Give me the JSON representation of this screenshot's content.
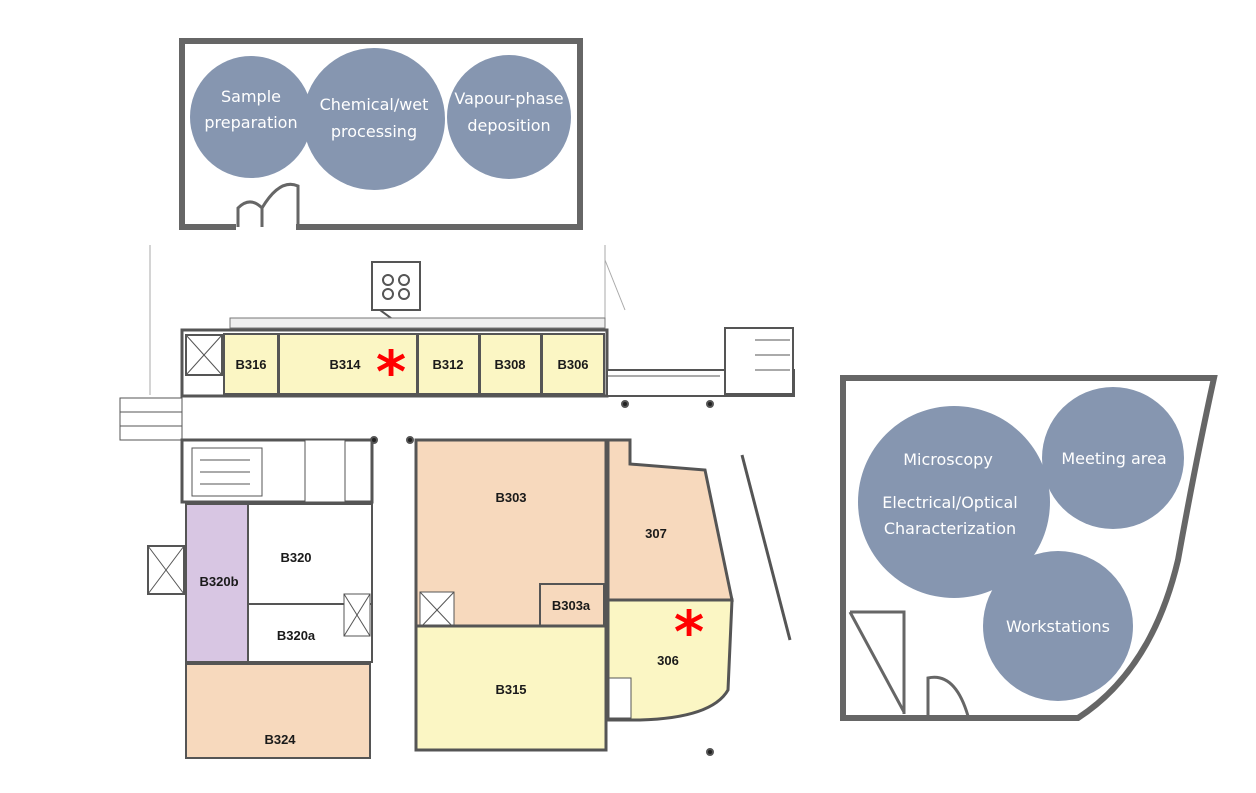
{
  "colors": {
    "zone_circle": "#8696b0",
    "room_peach": "#f7d9bd",
    "room_yellow": "#fbf6c4",
    "room_lavender": "#d8c6e3",
    "room_white": "#ffffff",
    "wall": "#555555",
    "marker": "#ff0000",
    "zone_frame": "#666666"
  },
  "zones_top": {
    "sample_prep": [
      "Sample",
      "preparation"
    ],
    "chemical": [
      "Chemical/wet",
      "processing"
    ],
    "vapour": [
      "Vapour-phase",
      "deposition"
    ]
  },
  "zones_right": {
    "microscopy": "Microscopy",
    "electrical": [
      "Electrical/Optical",
      "Characterization"
    ],
    "meeting": "Meeting area",
    "workstations": "Workstations"
  },
  "rooms": {
    "b316": "B316",
    "b314": "B314",
    "b312": "B312",
    "b308": "B308",
    "b306": "B306",
    "b303": "B303",
    "b303a": "B303a",
    "b320": "B320",
    "b320a": "B320a",
    "b320b": "B320b",
    "b324": "B324",
    "b315": "B315",
    "r307": "307",
    "r306": "306"
  },
  "markers": {
    "b314_marker": "*",
    "r306_marker": "*"
  }
}
